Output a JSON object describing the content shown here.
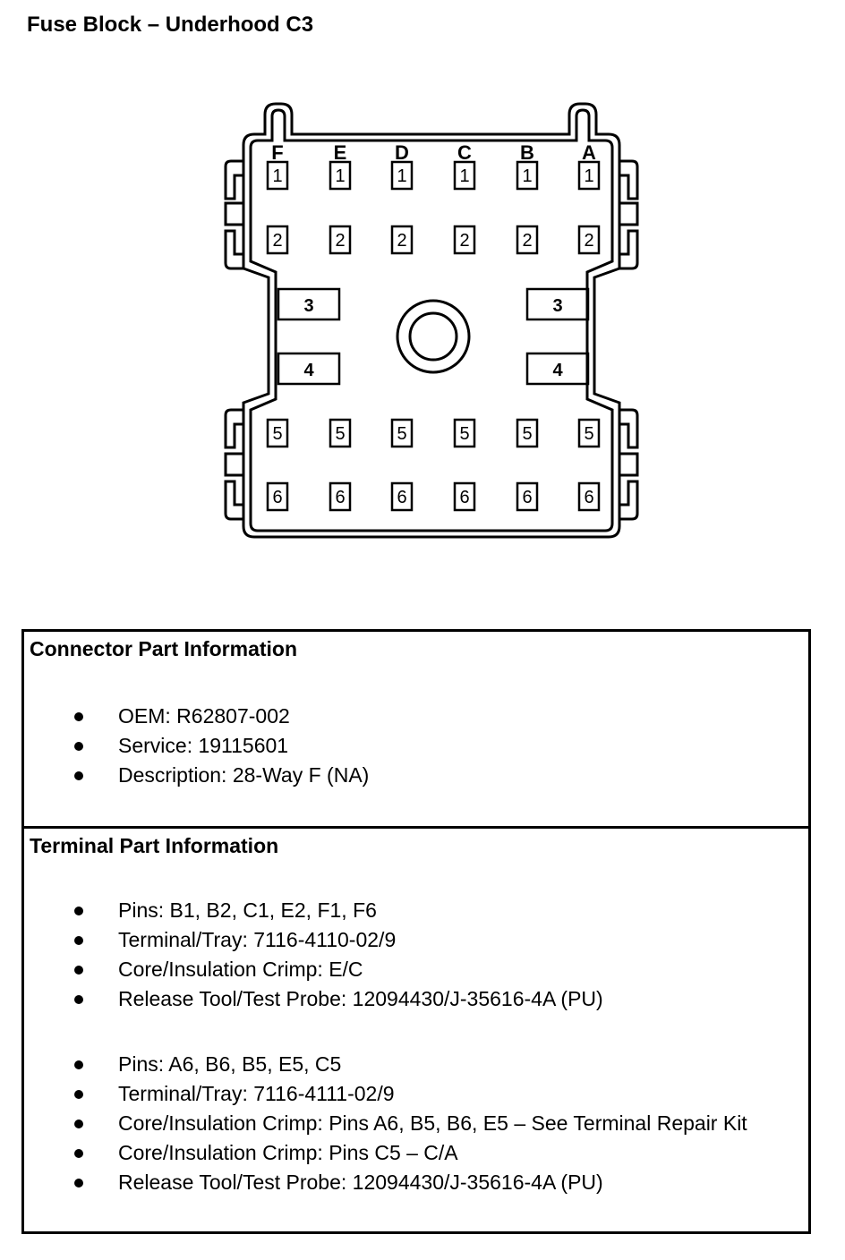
{
  "title": "Fuse Block – Underhood C3",
  "diagram": {
    "column_labels": [
      "F",
      "E",
      "D",
      "C",
      "B",
      "A"
    ],
    "row1_label": "1",
    "row2_label": "2",
    "cavity3_label": "3",
    "cavity4_label": "4",
    "row5_label": "5",
    "row6_label": "6"
  },
  "connector": {
    "heading": "Connector Part Information",
    "items": [
      "OEM: R62807-002",
      "Service: 19115601",
      "Description: 28-Way F (NA)"
    ]
  },
  "terminal": {
    "heading": "Terminal Part Information",
    "group1": [
      "Pins: B1, B2, C1, E2, F1, F6",
      "Terminal/Tray: 7116-4110-02/9",
      "Core/Insulation Crimp: E/C",
      "Release Tool/Test Probe: 12094430/J-35616-4A (PU)"
    ],
    "group2": [
      "Pins: A6, B6, B5, E5, C5",
      "Terminal/Tray: 7116-4111-02/9",
      "Core/Insulation Crimp: Pins A6, B5, B6, E5 – See Terminal Repair Kit",
      "Core/Insulation Crimp: Pins C5 – C/A",
      "Release Tool/Test Probe: 12094430/J-35616-4A (PU)"
    ]
  }
}
